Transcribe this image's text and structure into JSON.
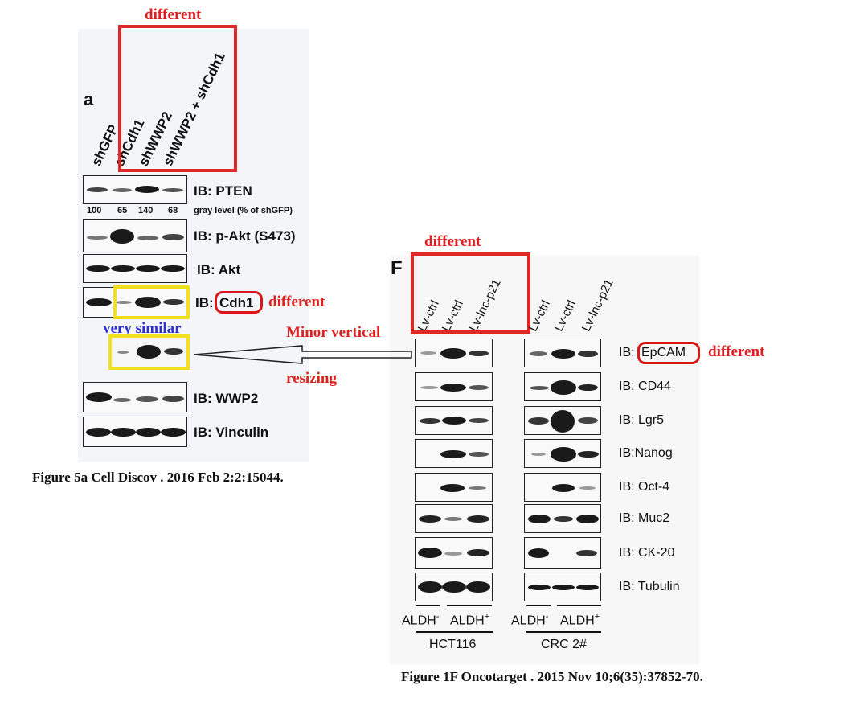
{
  "left_panel": {
    "panel_letter": "a",
    "lanes": [
      "shGFP",
      "shCdh1",
      "shWWP2",
      "shWWP2 + shCdh1"
    ],
    "gray_levels": [
      "100",
      "65",
      "140",
      "68"
    ],
    "gray_level_caption": "gray level (% of shGFP)",
    "rows": [
      {
        "label": "IB: PTEN"
      },
      {
        "label": "IB: p-Akt (S473)"
      },
      {
        "label": "IB: Akt"
      },
      {
        "label_prefix": "IB:",
        "label_highlight": "Cdh1"
      },
      {
        "label": "IB: WWP2"
      },
      {
        "label": "IB: Vinculin"
      }
    ],
    "caption": "Figure 5a Cell Discov . 2016 Feb 2:2:15044."
  },
  "right_panel": {
    "panel_letter": "F",
    "lanes_left": [
      "Lv-ctrl",
      "Lv-ctrl",
      "Lv-lnc-p21"
    ],
    "lanes_right": [
      "Lv-ctrl",
      "Lv-ctrl",
      "Lv-lnc-p21"
    ],
    "rows": [
      {
        "label_prefix": "IB:",
        "label_highlight": "EpCAM"
      },
      {
        "label": "IB: CD44"
      },
      {
        "label": "IB: Lgr5"
      },
      {
        "label": "IB:Nanog"
      },
      {
        "label": "IB: Oct-4"
      },
      {
        "label": "IB: Muc2"
      },
      {
        "label": "IB: CK-20"
      },
      {
        "label": "IB: Tubulin"
      }
    ],
    "group_left": {
      "aldh_neg": "ALDH",
      "aldh_pos": "ALDH",
      "neg_sup": "-",
      "pos_sup": "+",
      "cell_line": "HCT116"
    },
    "group_right": {
      "aldh_neg": "ALDH",
      "aldh_pos": "ALDH",
      "neg_sup": "-",
      "pos_sup": "+",
      "cell_line": "CRC 2#"
    },
    "caption": "Figure 1F Oncotarget . 2015 Nov 10;6(35):37852-70."
  },
  "annotations": {
    "different_top": "different",
    "different_cdh1": "different",
    "different_f": "different",
    "different_epcam": "different",
    "very_similar": "very similar",
    "minor_vertical": "Minor vertical",
    "resizing": "resizing"
  },
  "colors": {
    "red": "#e02828",
    "yellow": "#f0e020",
    "blue": "#3030d0"
  }
}
